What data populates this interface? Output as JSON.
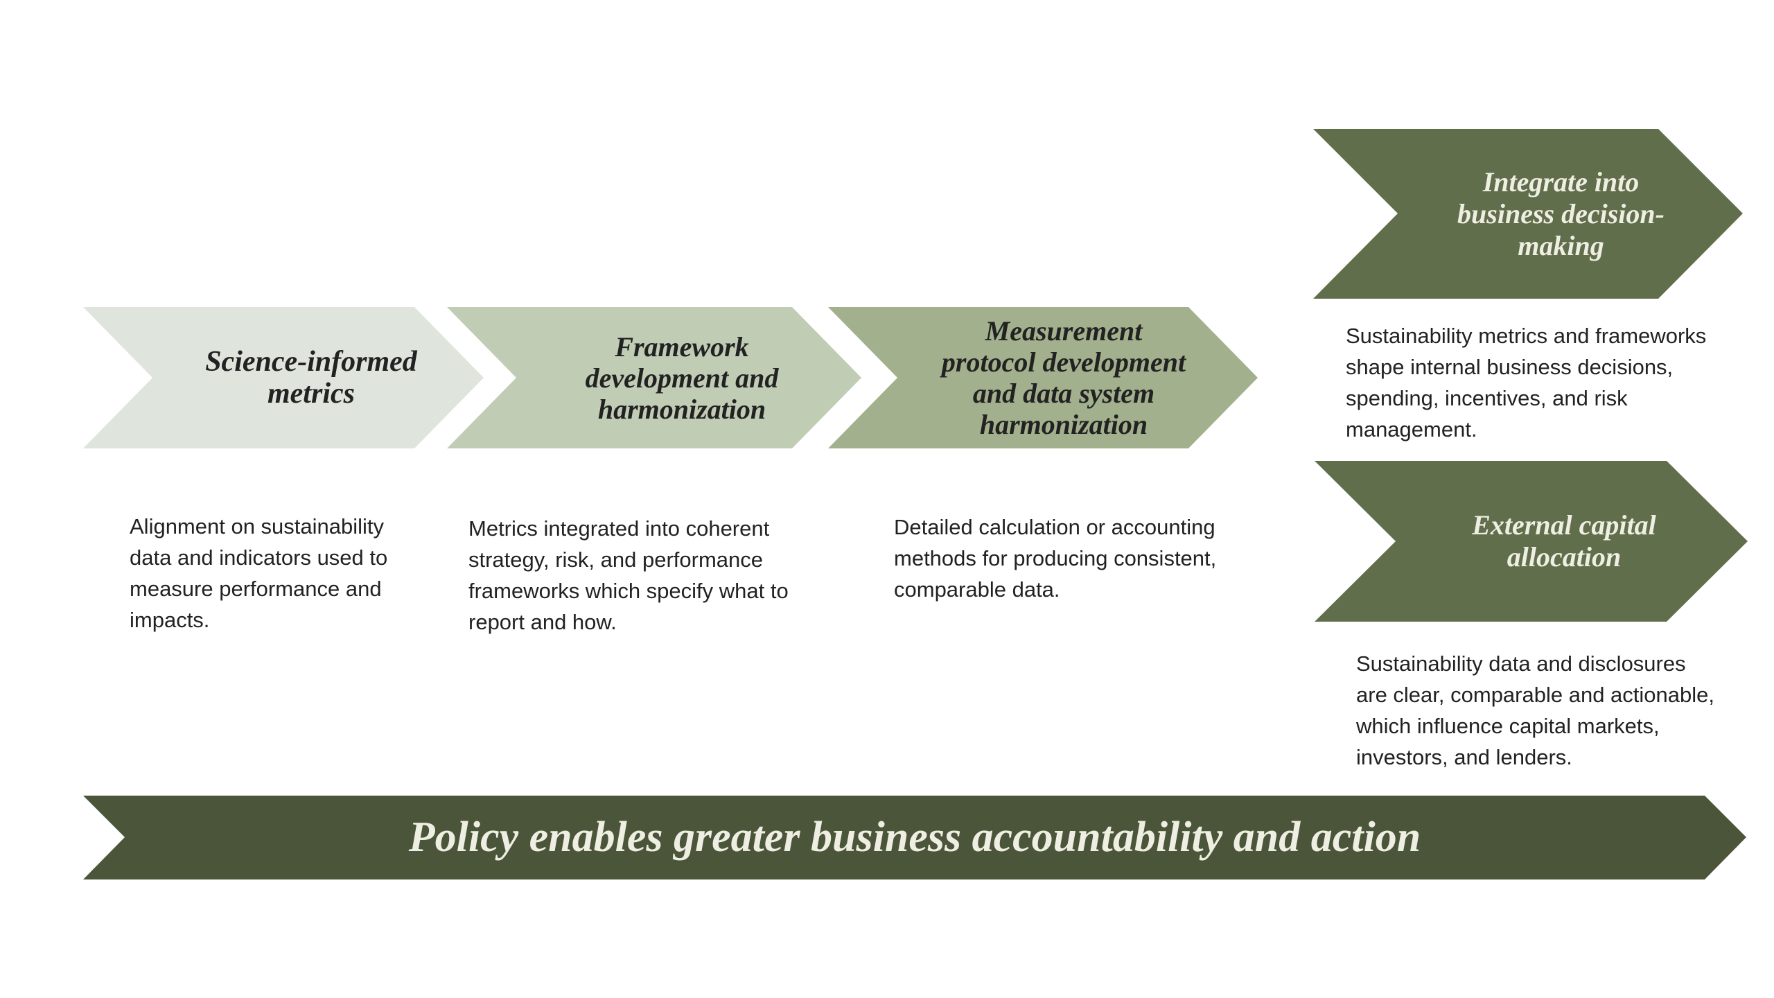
{
  "colors": {
    "step1": "#dfe4dc",
    "step2": "#c1ccb5",
    "step3": "#a3b08d",
    "outcome": "#616e4b",
    "banner": "#4b553a",
    "dark_text": "#222222",
    "light_text": "#eeeee2"
  },
  "steps": [
    {
      "title_lines": [
        "Science-informed",
        "metrics"
      ],
      "description": [
        "Alignment on sustainability",
        "data and indicators used to",
        "measure performance and",
        "impacts."
      ]
    },
    {
      "title_lines": [
        "Framework",
        "development and",
        "harmonization"
      ],
      "description": [
        "Metrics integrated into coherent",
        "strategy, risk, and performance",
        "frameworks which specify what to",
        "report and how."
      ]
    },
    {
      "title_lines": [
        "Measurement",
        "protocol development",
        "and data system",
        "harmonization"
      ],
      "description": [
        "Detailed calculation or accounting",
        "methods for producing consistent,",
        "comparable data."
      ]
    }
  ],
  "outcomes": [
    {
      "title_lines": [
        "Integrate into",
        "business decision-",
        "making"
      ],
      "description": [
        "Sustainability metrics and frameworks",
        "shape internal business decisions,",
        "spending, incentives, and risk",
        "management."
      ]
    },
    {
      "title_lines": [
        "External capital",
        "allocation"
      ],
      "description": [
        "Sustainability data and disclosures",
        "are clear, comparable and actionable,",
        "which influence capital markets,",
        "investors, and lenders."
      ]
    }
  ],
  "banner": {
    "text": "Policy enables greater business accountability and action"
  }
}
